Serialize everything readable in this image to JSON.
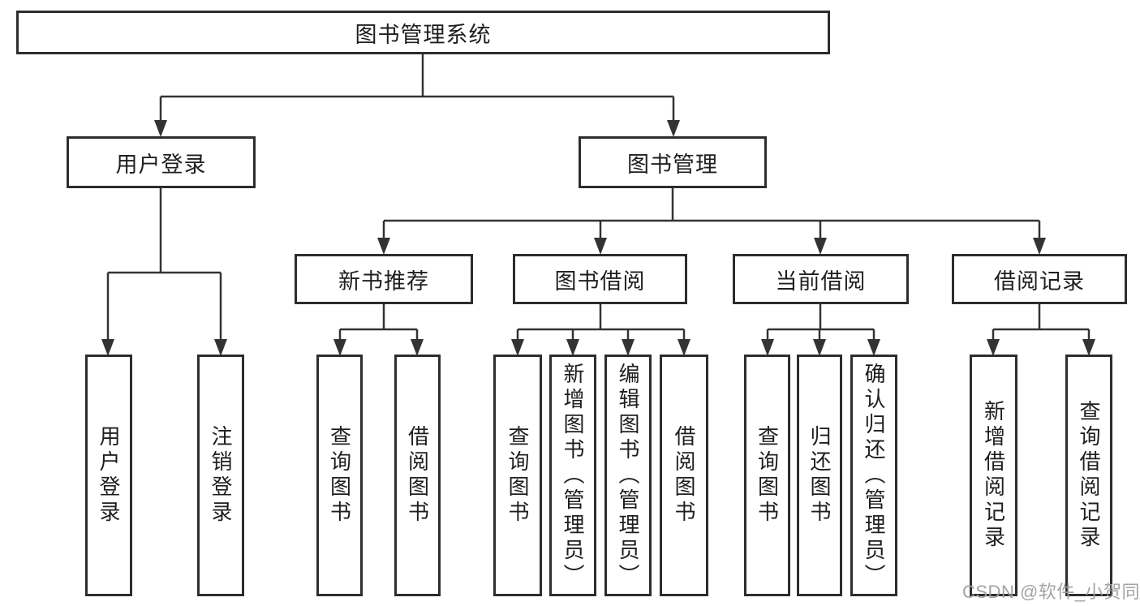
{
  "diagram": {
    "root": {
      "label": "图书管理系统"
    },
    "branches": [
      {
        "label": "用户登录",
        "children": [
          {
            "label": "用户登录"
          },
          {
            "label": "注销登录"
          }
        ]
      },
      {
        "label": "图书管理",
        "children": [
          {
            "label": "新书推荐",
            "children": [
              {
                "label": "查询图书"
              },
              {
                "label": "借阅图书"
              }
            ]
          },
          {
            "label": "图书借阅",
            "children": [
              {
                "label": "查询图书"
              },
              {
                "label": "新增图书（管理员）"
              },
              {
                "label": "编辑图书（管理员）"
              },
              {
                "label": "借阅图书"
              }
            ]
          },
          {
            "label": "当前借阅",
            "children": [
              {
                "label": "查询图书"
              },
              {
                "label": "归还图书"
              },
              {
                "label": "确认归还（管理员）"
              }
            ]
          },
          {
            "label": "借阅记录",
            "children": [
              {
                "label": "新增借阅记录"
              },
              {
                "label": "查询借阅记录"
              }
            ]
          }
        ]
      }
    ]
  },
  "watermark": {
    "text": "CSDN @软件_小贺同学"
  },
  "colors": {
    "line": "#333333",
    "box_border": "#2d2d2d",
    "text": "#1e1e1e",
    "watermark": "#9e9e9e",
    "background": "#ffffff"
  }
}
